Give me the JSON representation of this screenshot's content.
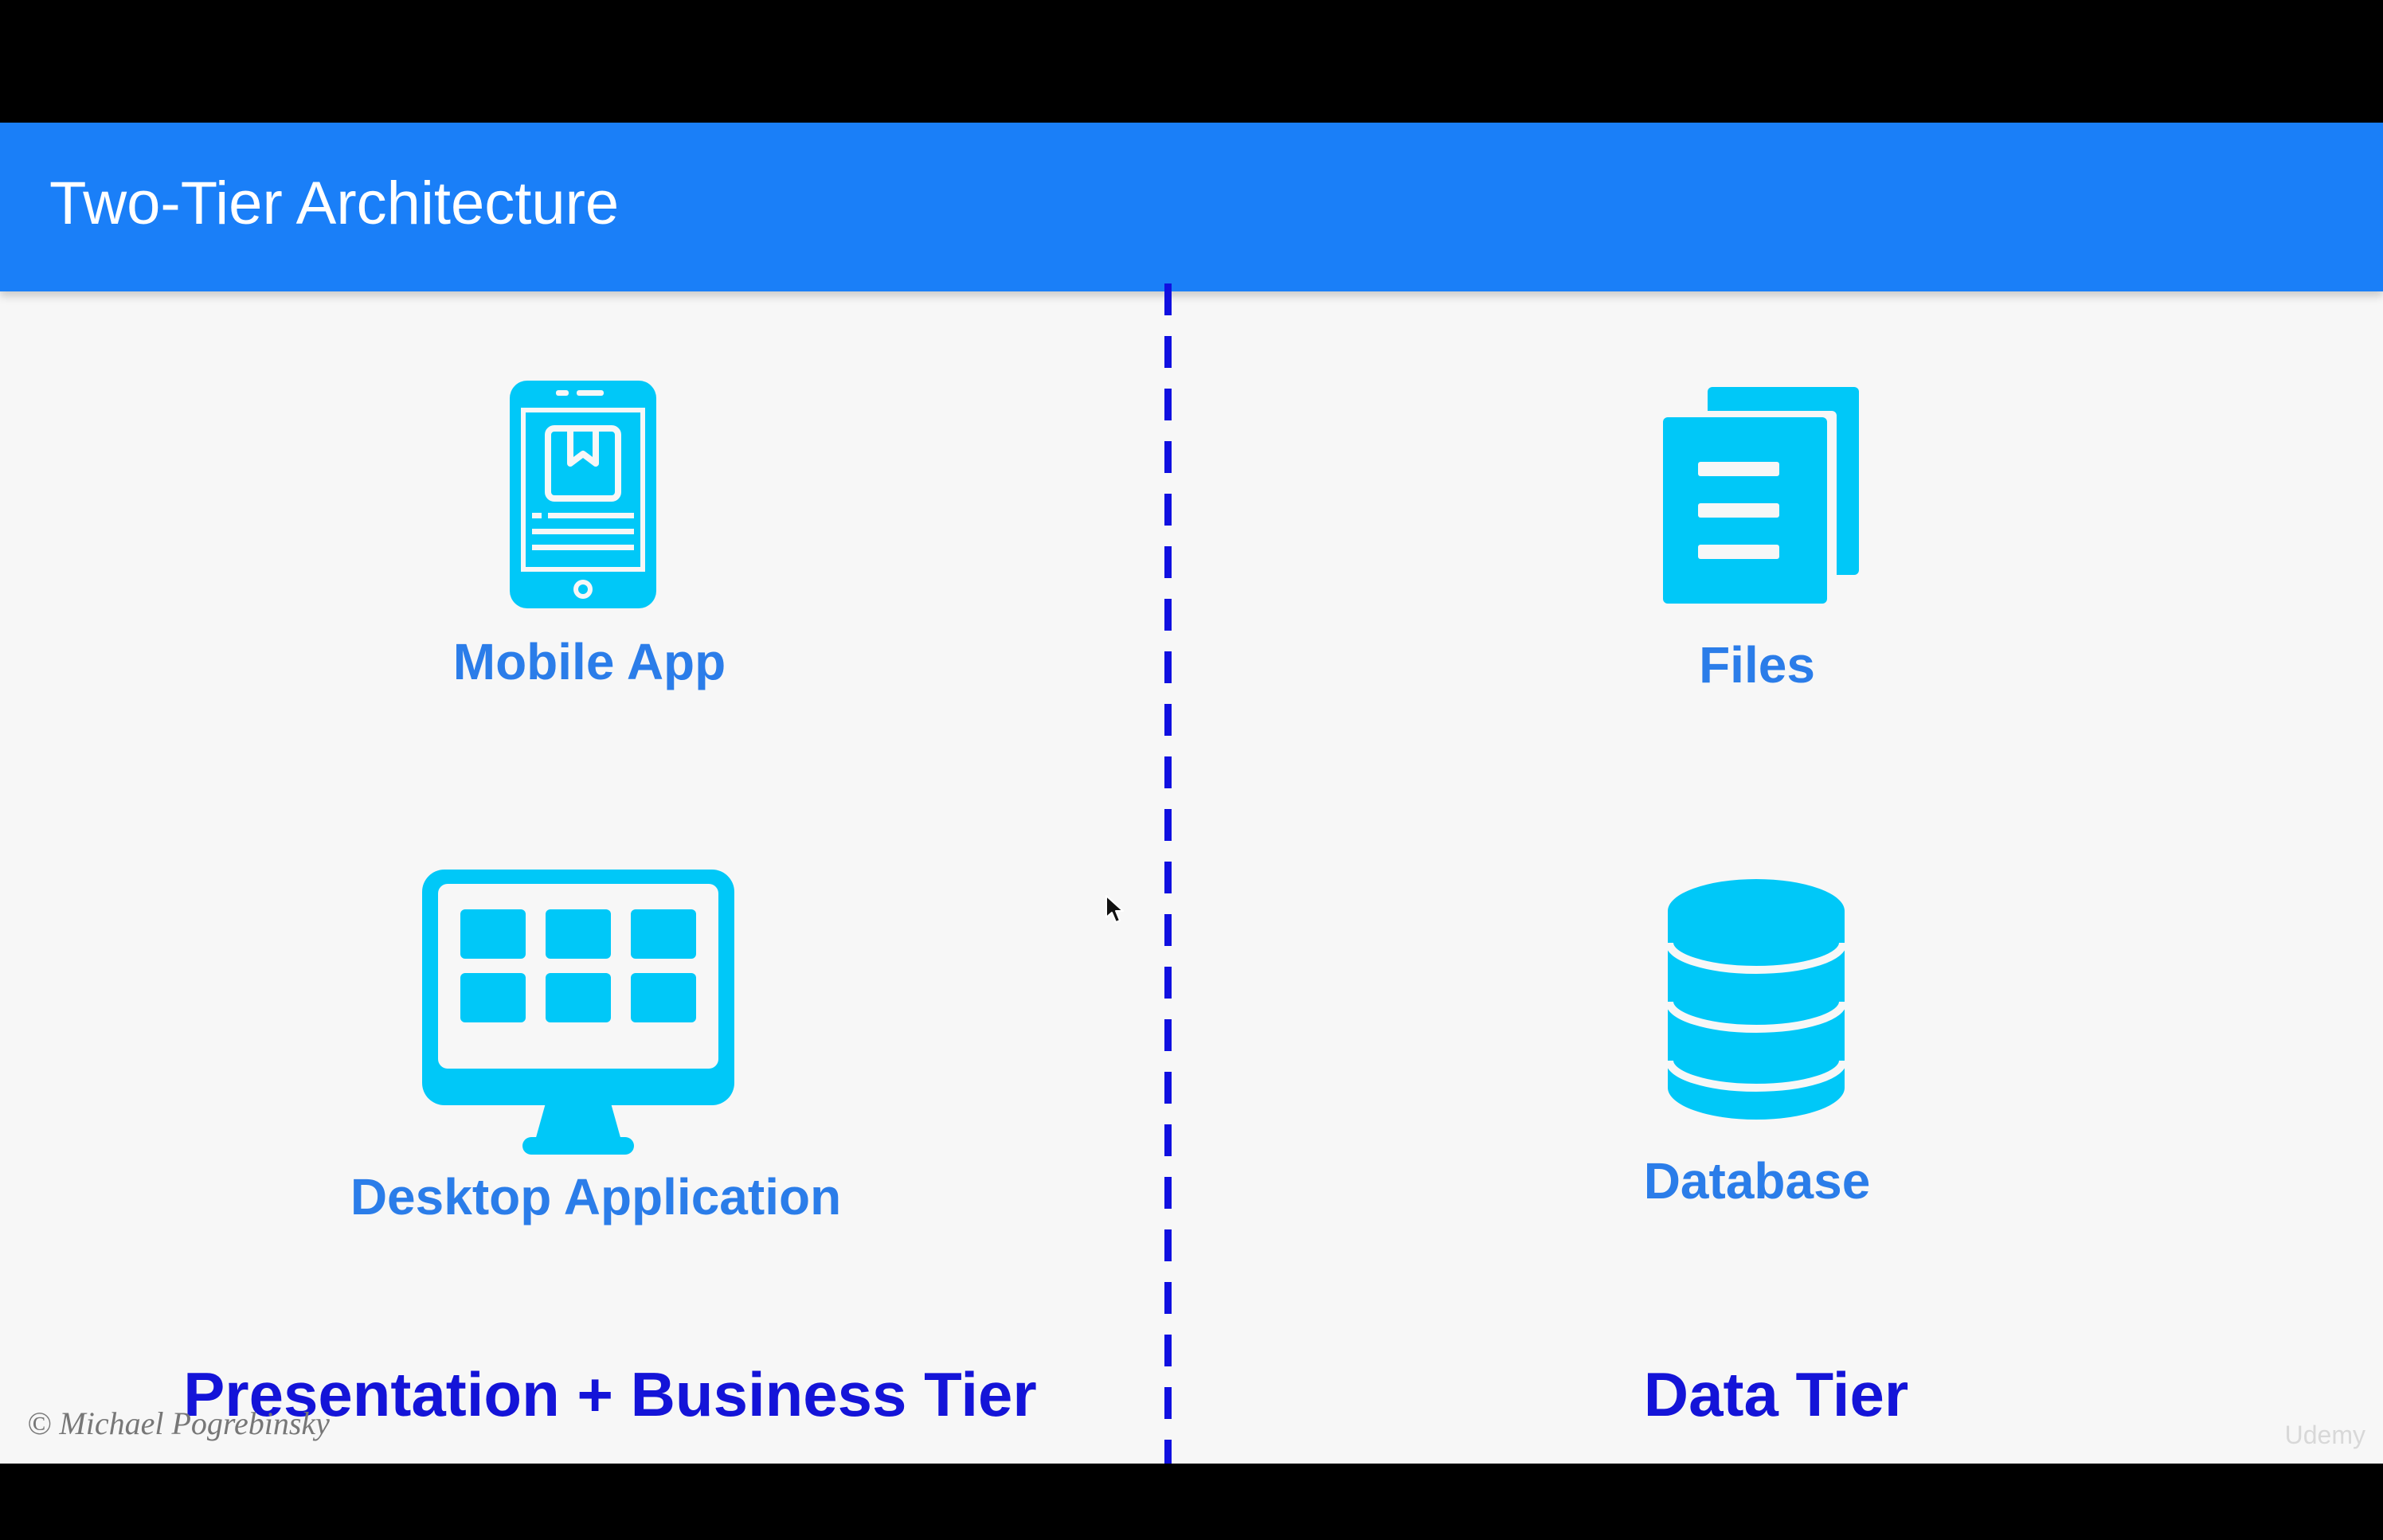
{
  "slide": {
    "title": "Two-Tier Architecture",
    "colors": {
      "header_bar": "#1a7ff8",
      "icon": "#00c8f8",
      "item_label": "#2b7de9",
      "tier_label": "#1414d8",
      "divider": "#1010e0",
      "background": "#f7f7f7"
    }
  },
  "left_tier": {
    "label": "Presentation + Business Tier",
    "items": [
      {
        "label": "Mobile App",
        "icon": "mobile-phone-icon"
      },
      {
        "label": "Desktop Application",
        "icon": "desktop-monitor-icon"
      }
    ]
  },
  "right_tier": {
    "label": "Data Tier",
    "items": [
      {
        "label": "Files",
        "icon": "files-icon"
      },
      {
        "label": "Database",
        "icon": "database-icon"
      }
    ]
  },
  "footer": {
    "copyright": "© Michael Pogrebinsky",
    "watermark": "Udemy"
  }
}
